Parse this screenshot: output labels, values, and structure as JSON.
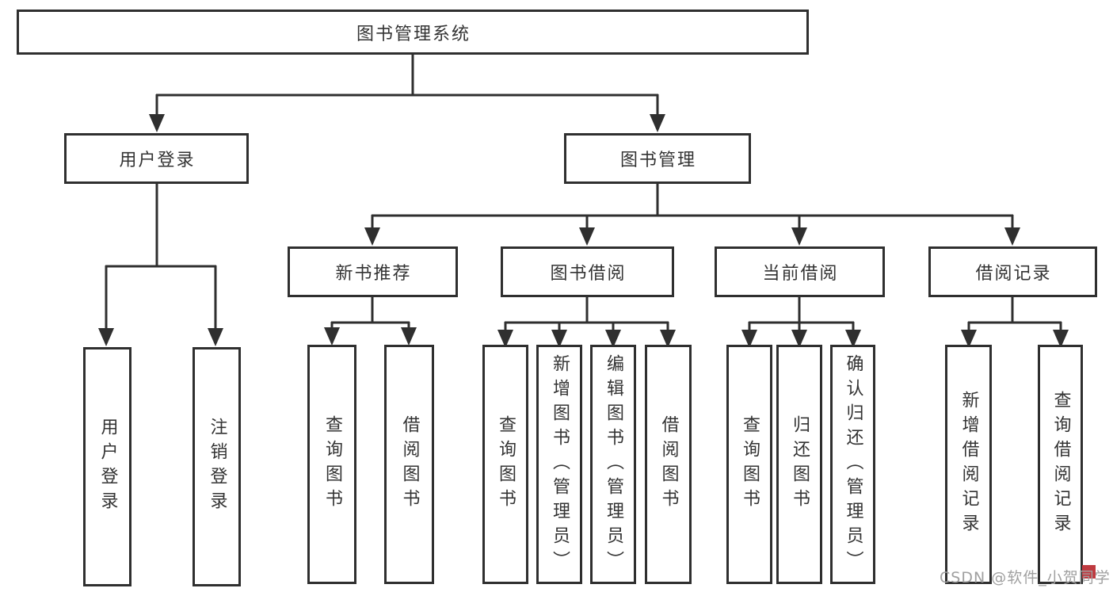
{
  "hierarchy": {
    "label": "图书管理系统",
    "children": [
      {
        "label": "用户登录",
        "children": [
          {
            "label": "用户登录"
          },
          {
            "label": "注销登录"
          }
        ]
      },
      {
        "label": "图书管理",
        "children": [
          {
            "label": "新书推荐",
            "children": [
              {
                "label": "查询图书"
              },
              {
                "label": "借阅图书"
              }
            ]
          },
          {
            "label": "图书借阅",
            "children": [
              {
                "label": "查询图书"
              },
              {
                "label": "新增图书（管理员）"
              },
              {
                "label": "编辑图书（管理员）"
              },
              {
                "label": "借阅图书"
              }
            ]
          },
          {
            "label": "当前借阅",
            "children": [
              {
                "label": "查询图书"
              },
              {
                "label": "归还图书"
              },
              {
                "label": "确认归还（管理员）"
              }
            ]
          },
          {
            "label": "借阅记录",
            "children": [
              {
                "label": "新增借阅记录"
              },
              {
                "label": "查询借阅记录"
              }
            ]
          }
        ]
      }
    ]
  },
  "watermark": {
    "text": "CSDN @软件_小贺同学"
  },
  "colors": {
    "line": "#2f2f2f",
    "text": "#333333",
    "box_background": "#ffffff",
    "watermark_text": "#a0a0a0",
    "watermark_accent": "#bf3a40"
  }
}
